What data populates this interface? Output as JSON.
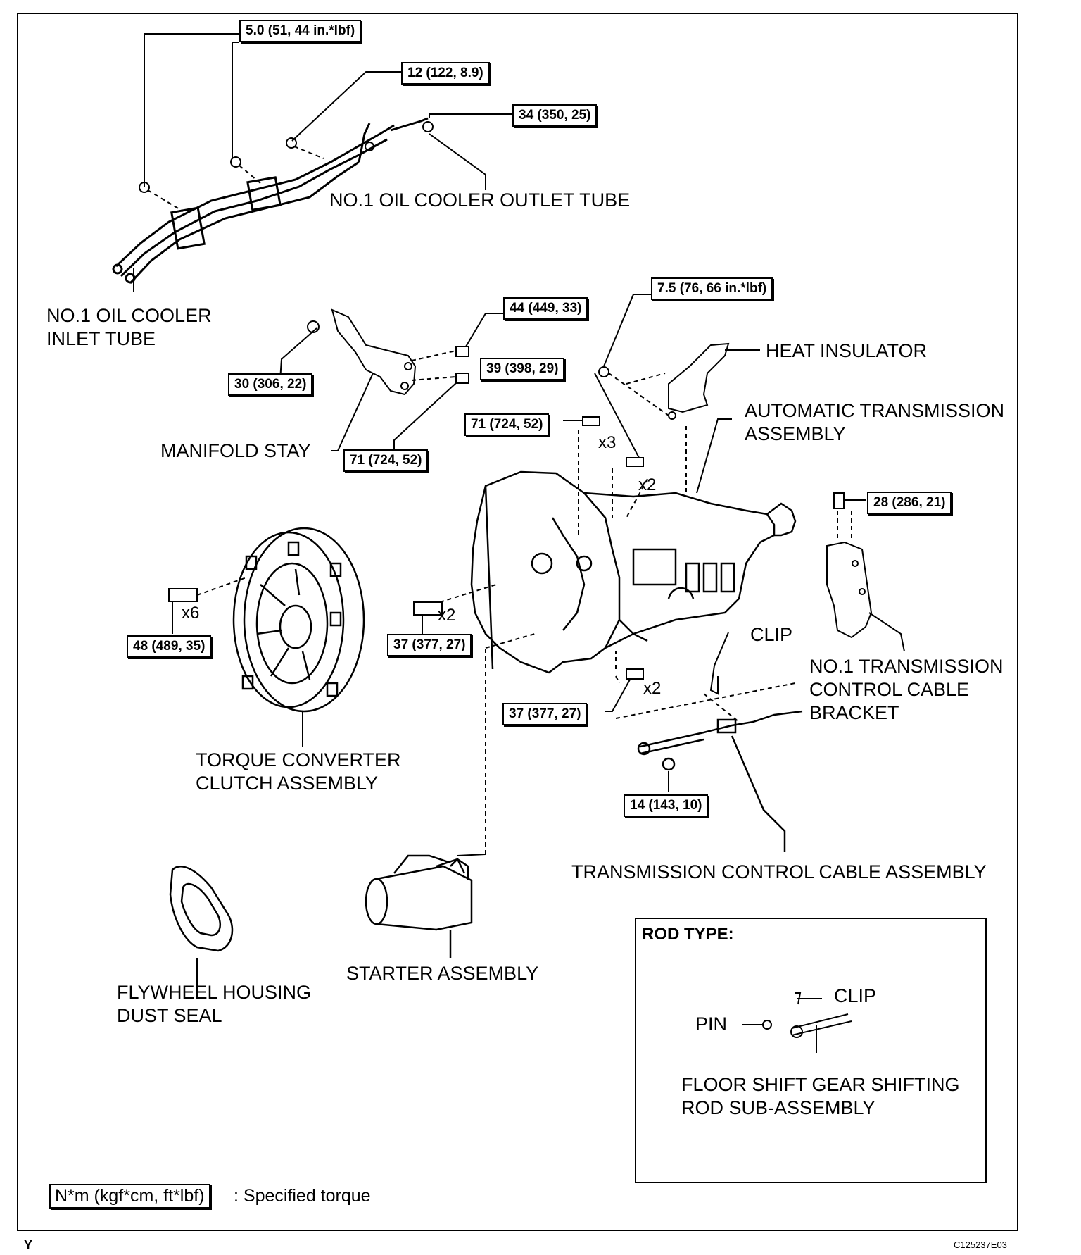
{
  "torque": {
    "t1": "5.0 (51, 44 in.*lbf)",
    "t2": "12 (122, 8.9)",
    "t3": "34 (350, 25)",
    "t4": "7.5 (76, 66 in.*lbf)",
    "t5": "44 (449, 33)",
    "t6": "30 (306, 22)",
    "t7": "39 (398, 29)",
    "t8": "71 (724, 52)",
    "t9": "71 (724, 52)",
    "t10": "28 (286, 21)",
    "t11": "48 (489, 35)",
    "t12": "37 (377, 27)",
    "t13": "37 (377, 27)",
    "t14": "14 (143, 10)"
  },
  "qty": {
    "x3": "x3",
    "x2a": "x2",
    "x6": "x6",
    "x2b": "x2",
    "x2c": "x2"
  },
  "labels": {
    "outlet_tube": "NO.1 OIL COOLER OUTLET TUBE",
    "inlet_tube_1": "NO.1 OIL COOLER",
    "inlet_tube_2": "INLET TUBE",
    "heat_insulator": "HEAT INSULATOR",
    "at_assembly_1": "AUTOMATIC TRANSMISSION",
    "at_assembly_2": "ASSEMBLY",
    "manifold_stay": "MANIFOLD STAY",
    "clip": "CLIP",
    "bracket_1": "NO.1 TRANSMISSION",
    "bracket_2": "CONTROL CABLE",
    "bracket_3": "BRACKET",
    "torque_conv_1": "TORQUE CONVERTER",
    "torque_conv_2": "CLUTCH ASSEMBLY",
    "control_cable": "TRANSMISSION CONTROL CABLE ASSEMBLY",
    "dust_seal_1": "FLYWHEEL HOUSING",
    "dust_seal_2": "DUST SEAL",
    "starter": "STARTER ASSEMBLY"
  },
  "rod_type": {
    "title": "ROD TYPE:",
    "clip": "CLIP",
    "pin": "PIN",
    "rod_1": "FLOOR SHIFT GEAR SHIFTING",
    "rod_2": "ROD SUB-ASSEMBLY"
  },
  "legend": {
    "box": "N*m (kgf*cm, ft*lbf)",
    "text": ": Specified torque"
  },
  "footer": {
    "y_code": "Y",
    "figure_code": "C125237E03"
  }
}
